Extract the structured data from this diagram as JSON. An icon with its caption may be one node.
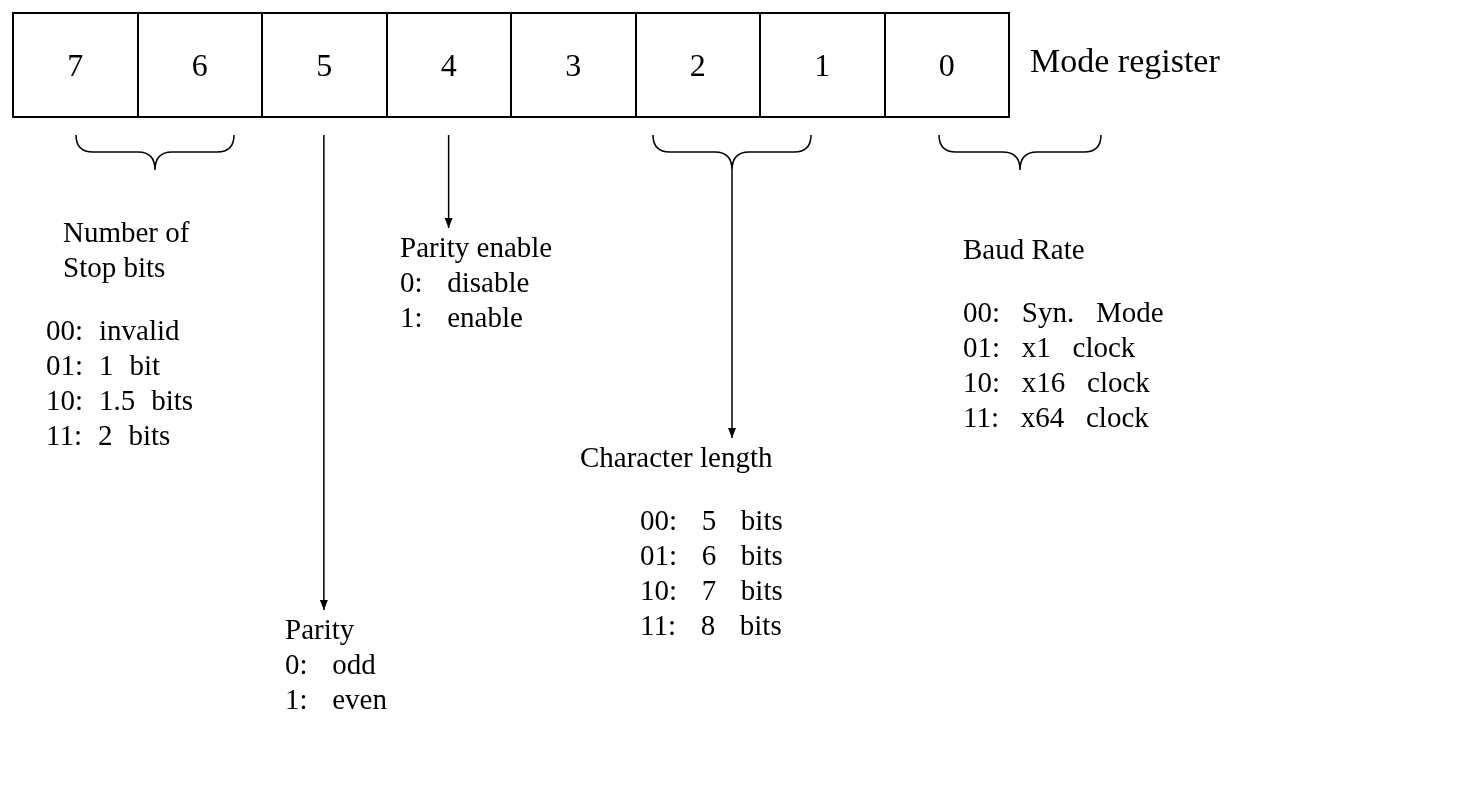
{
  "diagram": {
    "nodes": [
      {
        "text": [],
        "shape": "bar",
        "beside": [
          "Mode register"
        ]
      },
      {
        "text": [
          "7"
        ],
        "in": 0
      },
      {
        "text": [
          "6"
        ],
        "in": 0
      },
      {
        "text": [
          "5"
        ],
        "in": 0
      },
      {
        "text": [
          "4"
        ],
        "in": 0
      },
      {
        "text": [
          "3"
        ],
        "in": 0
      },
      {
        "text": [
          "2"
        ],
        "in": 0
      },
      {
        "text": [
          "1"
        ],
        "in": 0
      },
      {
        "text": [
          "0"
        ],
        "in": 0
      },
      {
        "text": [
          "Number of Stop bits",
          "00: invalid",
          "01: 1 bit",
          "10: 1.5 bits",
          "11: 2 bits"
        ]
      },
      {
        "text": [
          "Parity",
          "0: odd",
          "1: even"
        ]
      },
      {
        "text": [
          "Parity enable",
          "0: disable",
          "1: enable"
        ]
      },
      {
        "text": [
          "Character length",
          "00: 5 bits",
          "01: 6 bits",
          "10: 7 bits",
          "11: 8 bits"
        ]
      },
      {
        "text": [
          "Baud Rate",
          "00: Syn. Mode",
          "01: x1 clock",
          "10: x16 clock",
          "11: x64 clock"
        ]
      },
      {
        "text": [],
        "shape": "bracket"
      },
      {
        "text": [],
        "shape": "bracket"
      },
      {
        "text": [],
        "shape": "bracket"
      }
    ],
    "edges": [
      {
        "from": 3,
        "to": 10,
        "arrow": "to"
      },
      {
        "from": 4,
        "to": 11,
        "arrow": "to"
      },
      {
        "from": 15,
        "to": 12,
        "arrow": "to"
      }
    ]
  }
}
